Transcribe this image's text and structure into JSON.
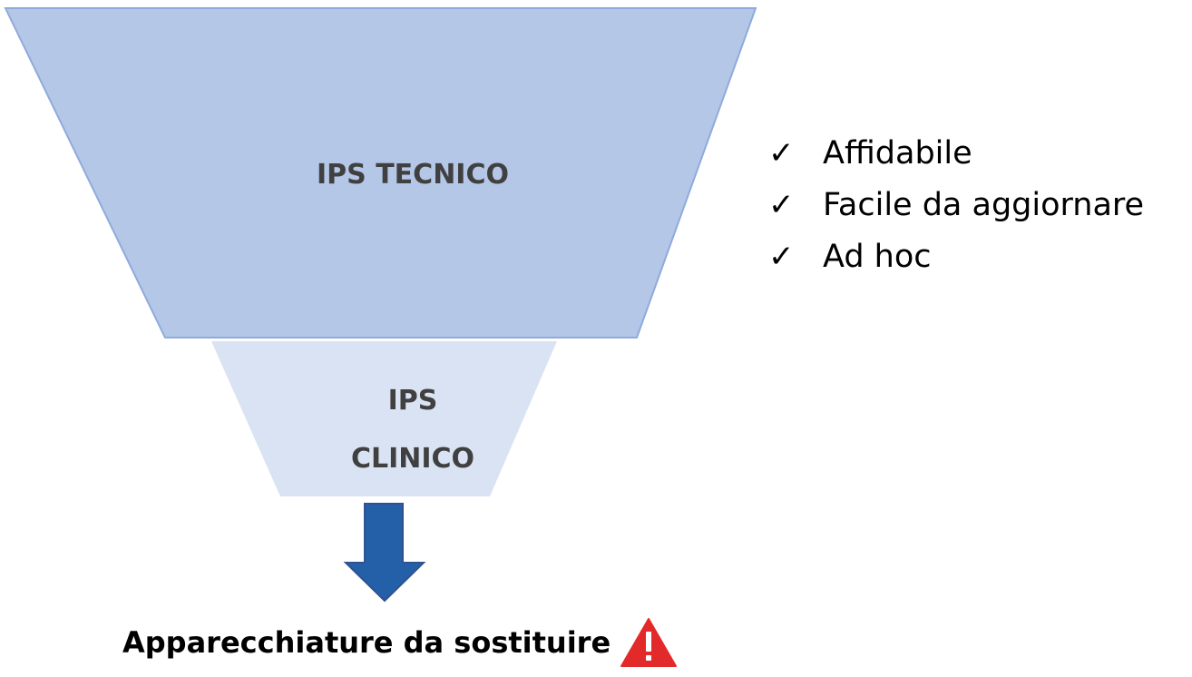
{
  "diagram": {
    "stages": {
      "tecnico_label": "IPS TECNICO",
      "clinico_label_line1": "IPS",
      "clinico_label_line2": "CLINICO"
    },
    "benefits": [
      {
        "icon": "check-icon",
        "label": "Affidabile"
      },
      {
        "icon": "check-icon",
        "label": "Facile da aggiornare"
      },
      {
        "icon": "check-icon",
        "label": "Ad hoc"
      }
    ],
    "outcome": {
      "label": "Apparecchiature da sostituire",
      "icon": "warning-icon"
    },
    "colors": {
      "top_stage_fill": "#B4C7E7",
      "top_stage_stroke": "#8FAADC",
      "bottom_stage_fill": "#DAE3F3",
      "arrow_fill": "#2460A7",
      "arrow_stroke": "#2F528F",
      "warning_fill": "#E32A2A"
    }
  }
}
